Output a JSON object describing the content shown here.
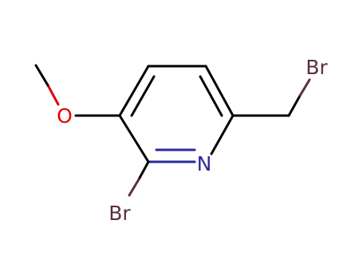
{
  "molecule": {
    "atoms": {
      "br_top": {
        "symbol": "Br",
        "color": "#5a3038"
      },
      "oxygen": {
        "symbol": "O",
        "color": "#e00000"
      },
      "nitrogen": {
        "symbol": "N",
        "color": "#2a2a9a"
      },
      "br_bottom": {
        "symbol": "Br",
        "color": "#5a3038"
      }
    },
    "bond_color": "#000000"
  }
}
